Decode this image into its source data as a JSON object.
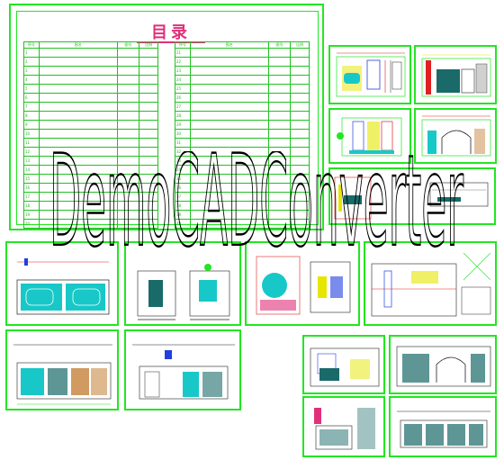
{
  "catalog": {
    "title": "目录",
    "left_header": [
      "序号",
      "图名",
      "图号",
      "比例"
    ],
    "right_header": [
      "序号",
      "图名",
      "图号",
      "比例"
    ],
    "left_rows": [
      [
        "1",
        "",
        "",
        "",
        ""
      ],
      [
        "2",
        "",
        "",
        "",
        ""
      ],
      [
        "3",
        "",
        "",
        "",
        ""
      ],
      [
        "4",
        "",
        "",
        "",
        ""
      ],
      [
        "5",
        "",
        "",
        "",
        ""
      ],
      [
        "6",
        "",
        "",
        "",
        ""
      ],
      [
        "7",
        "",
        "",
        "",
        ""
      ],
      [
        "8",
        "",
        "",
        "",
        ""
      ],
      [
        "9",
        "",
        "",
        "",
        ""
      ],
      [
        "10",
        "",
        "",
        "",
        ""
      ],
      [
        "11",
        "",
        "",
        "",
        ""
      ],
      [
        "12",
        "",
        "",
        "",
        ""
      ],
      [
        "13",
        "",
        "",
        "",
        ""
      ],
      [
        "14",
        "",
        "",
        "",
        ""
      ],
      [
        "15",
        "",
        "",
        "",
        ""
      ],
      [
        "16",
        "",
        "",
        "",
        ""
      ],
      [
        "17",
        "",
        "",
        "",
        ""
      ],
      [
        "18",
        "",
        "",
        "",
        ""
      ],
      [
        "19",
        "",
        "",
        "",
        ""
      ],
      [
        "20",
        "",
        "",
        "",
        ""
      ]
    ],
    "right_rows": [
      [
        "21",
        "",
        "",
        "",
        ""
      ],
      [
        "22",
        "",
        "",
        "",
        ""
      ],
      [
        "23",
        "",
        "",
        "",
        ""
      ],
      [
        "24",
        "",
        "",
        "",
        ""
      ],
      [
        "25",
        "",
        "",
        "",
        ""
      ],
      [
        "26",
        "",
        "",
        "",
        ""
      ],
      [
        "27",
        "",
        "",
        "",
        ""
      ],
      [
        "28",
        "",
        "",
        "",
        ""
      ],
      [
        "29",
        "",
        "",
        "",
        ""
      ],
      [
        "30",
        "",
        "",
        "",
        ""
      ],
      [
        "31",
        "",
        "",
        "",
        ""
      ],
      [
        "32",
        "",
        "",
        "",
        ""
      ],
      [
        "33",
        "",
        "",
        "",
        ""
      ],
      [
        "34",
        "",
        "",
        "",
        ""
      ],
      [
        "35",
        "",
        "",
        "",
        ""
      ],
      [
        "36",
        "",
        "",
        "",
        ""
      ],
      [
        "37",
        "",
        "",
        "",
        ""
      ],
      [
        "38",
        "",
        "",
        "",
        ""
      ],
      [
        "39",
        "",
        "",
        "",
        ""
      ],
      [
        "40",
        "",
        "",
        "",
        ""
      ]
    ]
  },
  "watermark": {
    "text": "DemoCADConverter",
    "color": "#000000"
  },
  "colors": {
    "sheet_border": "#22e622",
    "title": "#e0307a",
    "cyan": "#18c8c8",
    "yellow": "#e6e600",
    "red": "#e02020",
    "blue": "#2040e0",
    "tan": "#d09a60"
  }
}
